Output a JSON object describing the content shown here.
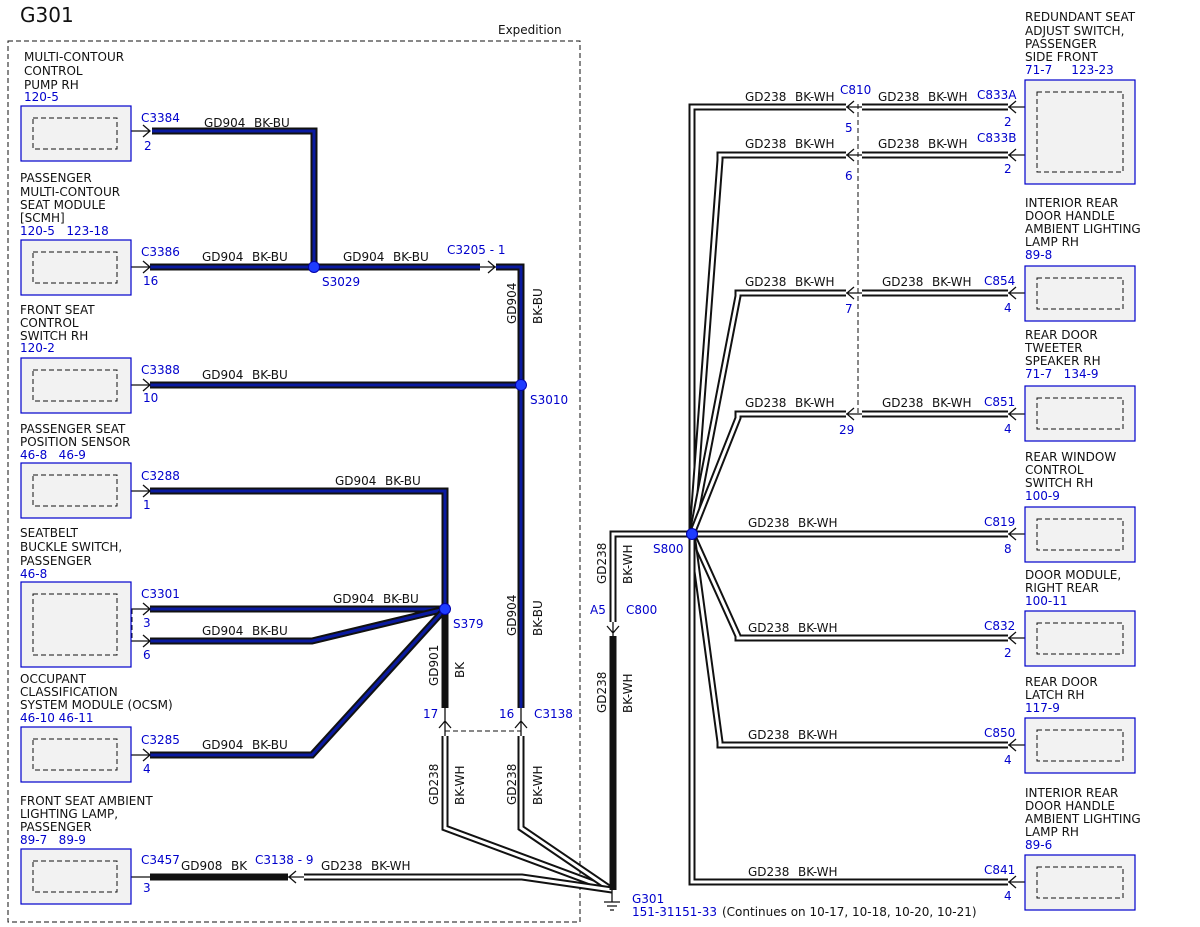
{
  "diagram": {
    "title": "G301",
    "region_label": "Expedition",
    "components": {
      "pump": {
        "name_lines": [
          "MULTI-CONTOUR",
          "CONTROL",
          "PUMP RH"
        ],
        "refs": "120-5"
      },
      "scmh": {
        "name_lines": [
          "PASSENGER",
          "MULTI-CONTOUR",
          "SEAT MODULE",
          "[SCMH]"
        ],
        "refs": "120-5   123-18"
      },
      "front_switch": {
        "name_lines": [
          "FRONT SEAT",
          "CONTROL",
          "SWITCH RH"
        ],
        "refs": "120-2"
      },
      "position_sensor": {
        "name_lines": [
          "PASSENGER SEAT",
          "POSITION SENSOR"
        ],
        "refs": "46-8   46-9"
      },
      "buckle": {
        "name_lines": [
          "SEATBELT",
          "BUCKLE SWITCH,",
          "PASSENGER"
        ],
        "refs": "46-8"
      },
      "ocsm": {
        "name_lines": [
          "OCCUPANT",
          "CLASSIFICATION",
          "SYSTEM MODULE (OCSM)"
        ],
        "refs": "46-10 46-11"
      },
      "ambient_lamp": {
        "name_lines": [
          "FRONT SEAT AMBIENT",
          "LIGHTING LAMP,",
          "PASSENGER"
        ],
        "refs": "89-7   89-9"
      },
      "redundant_switch": {
        "name_lines": [
          "REDUNDANT SEAT",
          "ADJUST SWITCH,",
          "PASSENGER",
          "SIDE FRONT"
        ],
        "refs": "71-7     123-23"
      },
      "int_handle_1": {
        "name_lines": [
          "INTERIOR REAR",
          "DOOR HANDLE",
          "AMBIENT LIGHTING",
          "LAMP RH"
        ],
        "refs": "89-8"
      },
      "tweeter": {
        "name_lines": [
          "REAR DOOR",
          "TWEETER",
          "SPEAKER RH"
        ],
        "refs": "71-7   134-9"
      },
      "window_switch": {
        "name_lines": [
          "REAR WINDOW",
          "CONTROL",
          "SWITCH RH"
        ],
        "refs": "100-9"
      },
      "door_module": {
        "name_lines": [
          "DOOR MODULE,",
          "RIGHT REAR"
        ],
        "refs": "100-11"
      },
      "door_latch": {
        "name_lines": [
          "REAR DOOR",
          "LATCH RH"
        ],
        "refs": "117-9"
      },
      "int_handle_2": {
        "name_lines": [
          "INTERIOR REAR",
          "DOOR HANDLE",
          "AMBIENT LIGHTING",
          "LAMP RH"
        ],
        "refs": "89-6"
      }
    },
    "connectors": {
      "c3384": "C3384",
      "c3384_pin": "2",
      "c3386": "C3386",
      "c3386_pin": "16",
      "c3388": "C3388",
      "c3388_pin": "10",
      "c3288": "C3288",
      "c3288_pin": "1",
      "c3301": "C3301",
      "c3301_pin_a": "3",
      "c3301_pin_b": "6",
      "c3285": "C3285",
      "c3285_pin": "4",
      "c3457": "C3457",
      "c3457_pin": "3",
      "c3205": "C3205 - 1",
      "c3138_top": "C3138 - 9",
      "c3138": "C3138",
      "c3138_pin_17": "17",
      "c3138_pin_16": "16",
      "c800": "C800",
      "c800_pin": "A5",
      "c810": "C810",
      "c810_pin_5": "5",
      "c810_pin_6": "6",
      "c810_pin_7": "7",
      "c810_pin_29": "29",
      "c833a": "C833A",
      "c833a_pin": "2",
      "c833b": "C833B",
      "c833b_pin": "2",
      "c854": "C854",
      "c854_pin": "4",
      "c851": "C851",
      "c851_pin": "4",
      "c819": "C819",
      "c819_pin": "8",
      "c832": "C832",
      "c832_pin": "2",
      "c850": "C850",
      "c850_pin": "4",
      "c841": "C841",
      "c841_pin": "4"
    },
    "splices": {
      "s3029": "S3029",
      "s3010": "S3010",
      "s379": "S379",
      "s800": "S800"
    },
    "ground": {
      "name": "G301",
      "refs": "151-31151-33",
      "note": "(Continues on 10-17, 10-18, 10-20, 10-21)"
    },
    "wire_labels": {
      "gd904": "GD904",
      "bk_bu": "BK-BU",
      "gd238": "GD238",
      "bk_wh": "BK-WH",
      "gd901": "GD901",
      "gd908": "GD908",
      "bk": "BK"
    }
  }
}
